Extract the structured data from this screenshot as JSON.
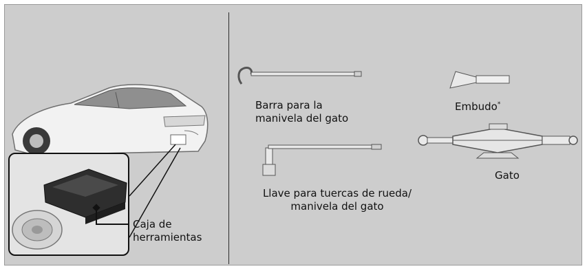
{
  "labels": {
    "toolbox_line1": "Caja de",
    "toolbox_line2": "herramientas",
    "jack_bar_line1": "Barra para la",
    "jack_bar_line2": "manivela del gato",
    "funnel": "Embudo",
    "funnel_mark": "*",
    "lug_wrench_line1": "Llave para tuercas de rueda/",
    "lug_wrench_line2": "manivela del gato",
    "jack": "Gato"
  },
  "colors": {
    "panel_bg": "#cdcdcd",
    "divider": "#2b2b2b",
    "tool_fill": "#e9e9e9",
    "tool_stroke": "#555555"
  }
}
